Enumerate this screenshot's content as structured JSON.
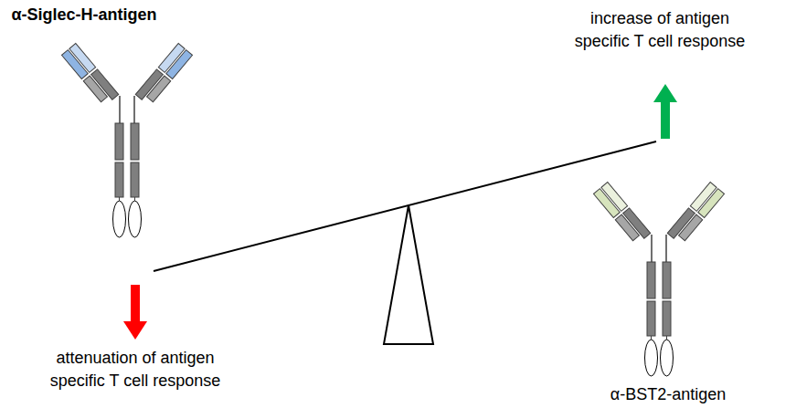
{
  "diagram": {
    "labels": [
      "α-Siglec-H-antigen",
      "increase of antigen specific T cell response",
      "attenuation of antigen specific T cell response",
      "α-BST2-antigen"
    ]
  }
}
